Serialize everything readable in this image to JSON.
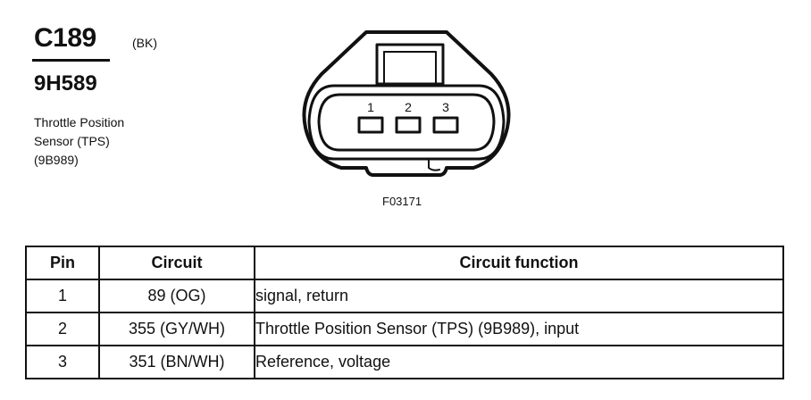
{
  "header": {
    "connector_id": "C189",
    "connector_color": "(BK)",
    "part_number": "9H589",
    "description_lines": [
      "Throttle Position",
      "Sensor (TPS)",
      "(9B989)"
    ]
  },
  "diagram": {
    "pin_labels": [
      "1",
      "2",
      "3"
    ],
    "figure_code": "F03171"
  },
  "table": {
    "headers": {
      "pin": "Pin",
      "circuit": "Circuit",
      "function": "Circuit function"
    },
    "rows": [
      {
        "pin": "1",
        "circuit": "89 (OG)",
        "function": "signal, return"
      },
      {
        "pin": "2",
        "circuit": "355 (GY/WH)",
        "function": "Throttle Position Sensor (TPS) (9B989), input"
      },
      {
        "pin": "3",
        "circuit": "351 (BN/WH)",
        "function": "Reference, voltage"
      }
    ]
  }
}
